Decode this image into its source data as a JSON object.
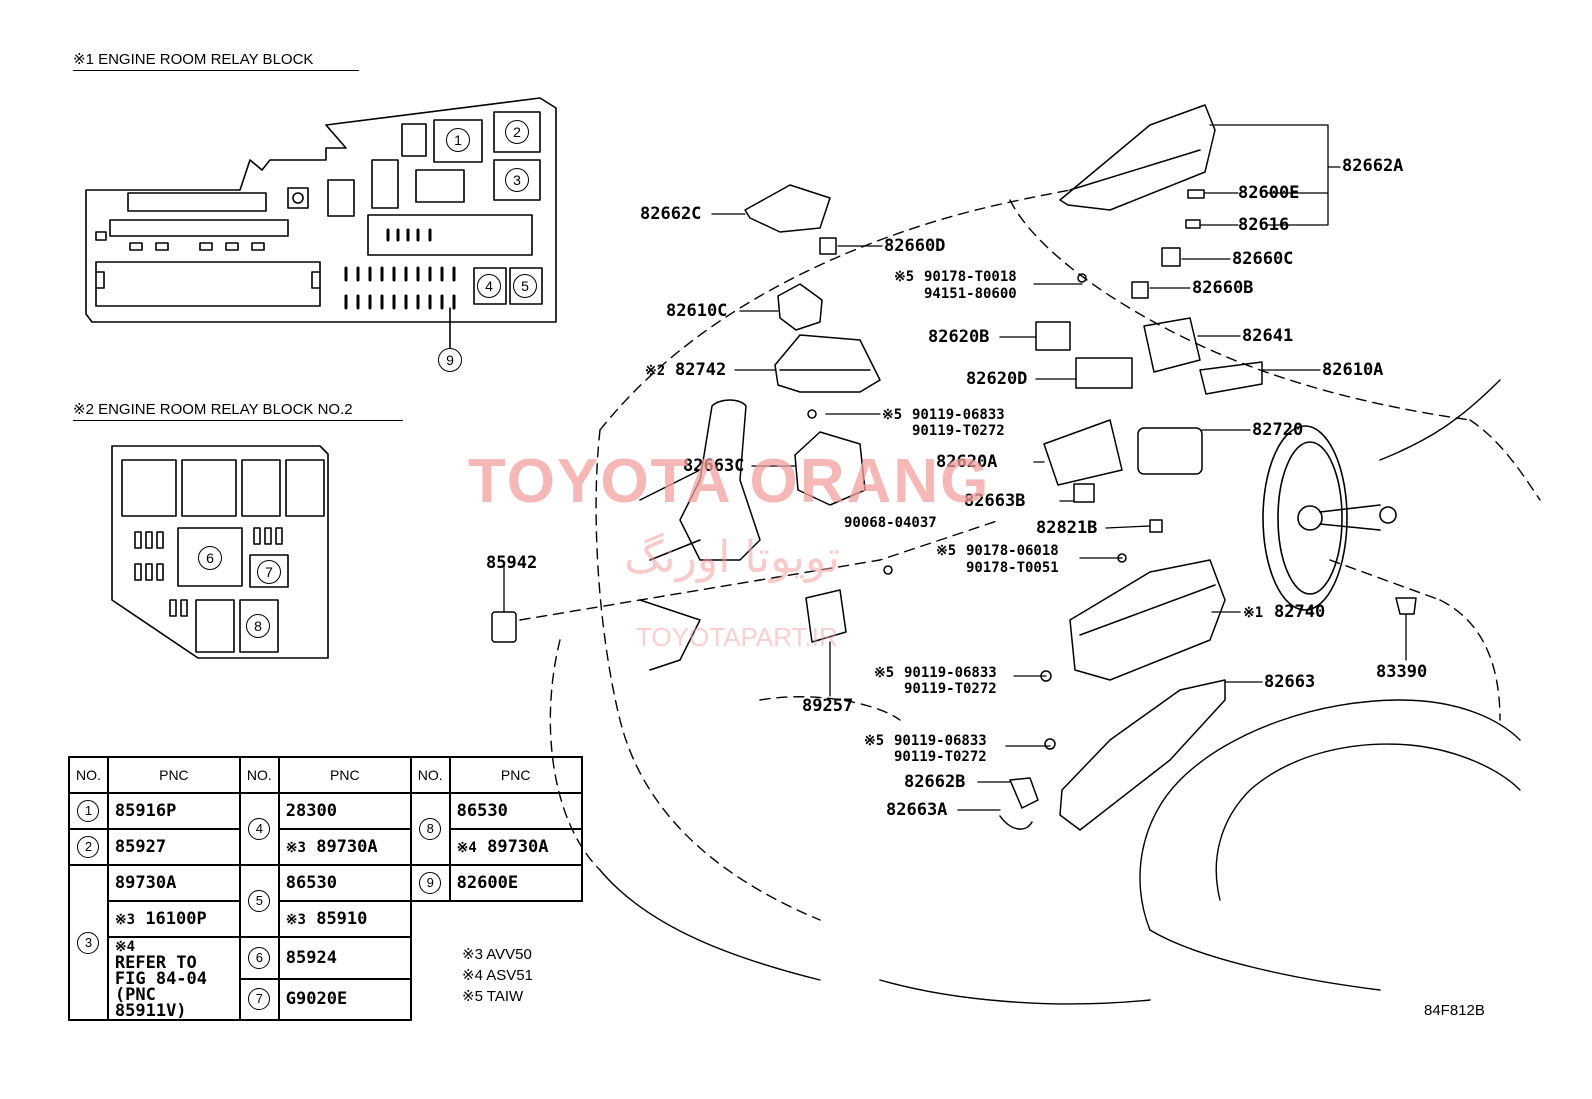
{
  "headers": {
    "block1": "※1 ENGINE ROOM RELAY BLOCK",
    "block2": "※2 ENGINE ROOM RELAY BLOCK NO.2"
  },
  "circle_numbers": {
    "n1": "1",
    "n2": "2",
    "n3": "3",
    "n4": "4",
    "n5": "5",
    "n6": "6",
    "n7": "7",
    "n8": "8",
    "n9": "9"
  },
  "parts": {
    "p82662A": "82662A",
    "p82600E": "82600E",
    "p82616": "82616",
    "p82662C": "82662C",
    "p82660D": "82660D",
    "p82660C": "82660C",
    "p82660B": "82660B",
    "p82610C": "82610C",
    "p82620B": "82620B",
    "p82641": "82641",
    "p82742": "82742",
    "p82620D": "82620D",
    "p82610A": "82610A",
    "p82720": "82720",
    "p82663C": "82663C",
    "p82620A": "82620A",
    "p82663B": "82663B",
    "p82821B": "82821B",
    "p85942": "85942",
    "p82740": "82740",
    "p83390": "83390",
    "p82663": "82663",
    "p89257": "89257",
    "p82662B": "82662B",
    "p82663A": "82663A"
  },
  "bolts": {
    "b1a": "90178-T0018",
    "b1b": "94151-80600",
    "b2a": "90119-06833",
    "b2b": "90119-T0272",
    "b3": "90068-04037",
    "b4a": "90178-06018",
    "b4b": "90178-T0051",
    "b5a": "90119-06833",
    "b5b": "90119-T0272",
    "b6a": "90119-06833",
    "b6b": "90119-T0272"
  },
  "markers": {
    "m5": "※5",
    "m2": "※2",
    "m1": "※1",
    "m3": "※3",
    "m4": "※4"
  },
  "table": {
    "col_no": "NO.",
    "col_pnc": "PNC",
    "r1": "85916P",
    "r2": "85927",
    "r3a": "89730A",
    "r3b": "16100P",
    "r3c": "REFER TO",
    "r3d": "FIG 84-04",
    "r3e": "(PNC 85911V)",
    "r4a": "28300",
    "r4b": "89730A",
    "r5a": "86530",
    "r5b": "85910",
    "r6": "85924",
    "r7": "G9020E",
    "r8a": "86530",
    "r8b": "89730A",
    "r9": "82600E"
  },
  "notes": {
    "n3": "※3 AVV50",
    "n4": "※4 ASV51",
    "n5": "※5 TAIW"
  },
  "figure_code": "84F812B",
  "watermark": {
    "main": "TOYOTA ORANG",
    "arabic": "تویوتا اورنگ",
    "url": "TOYOTAPART.IR",
    "color": "#f4a0a0"
  }
}
